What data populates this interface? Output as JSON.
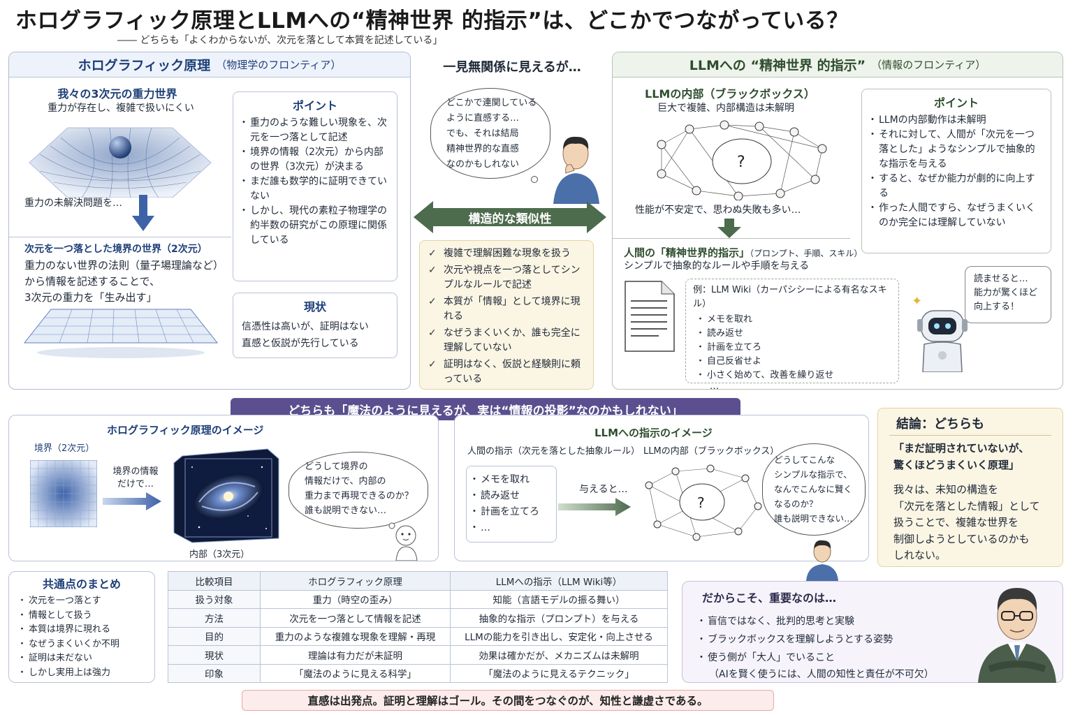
{
  "title": "ホログラフィック原理とLLMへの“精神世界 的指示”は、どこかでつながっている？",
  "subtitle": "―― どちらも「よくわからないが、次元を落として本質を記述している」",
  "left_panel": {
    "header": "ホログラフィック原理",
    "header_sub": "（物理学のフロンティア）",
    "gravity_title": "我々の3次元の重力世界",
    "gravity_desc": "重力が存在し、複雑で扱いにくい",
    "unsolved": "重力の未解決問題を…",
    "boundary_title": "次元を一つ落とした境界の世界（2次元）",
    "boundary_desc": [
      "重力のない世界の法則（量子場理論など）",
      "から情報を記述することで、",
      "3次元の重力を「生み出す」"
    ],
    "points_title": "ポイント",
    "points": [
      "重力のような難しい現象を、次元を一つ落として記述",
      "境界の情報（2次元）から内部の世界（3次元）が決まる",
      "まだ誰も数学的に証明できていない",
      "しかし、現代の素粒子物理学の約半数の研究がこの原理に関係している"
    ],
    "status_title": "現状",
    "status_text": [
      "信憑性は高いが、証明はない",
      "直感と仮説が先行している"
    ]
  },
  "middle": {
    "heading": "一見無関係に見えるが…",
    "thought": [
      "どこかで連関している",
      "ように直感する…",
      "でも、それは結局",
      "精神世界的な直感",
      "なのかもしれない"
    ],
    "similarity": "構造的な類似性",
    "checks": [
      "複雑で理解困難な現象を扱う",
      "次元や視点を一つ落としてシンプルなルールで記述",
      "本質が「情報」として境界に現れる",
      "なぜうまくいくか、誰も完全に理解していない",
      "証明はなく、仮説と経験則に頼っている"
    ]
  },
  "right_panel": {
    "header": "LLMへの “精神世界 的指示”",
    "header_sub": "（情報のフロンティア）",
    "llm_title": "LLMの内部（ブラックボックス）",
    "llm_desc": "巨大で複雑、内部構造は未解明",
    "unstable": "性能が不安定で、思わぬ失敗も多い…",
    "human_title": "人間の「精神世界的指示」",
    "human_title_sub": "（プロンプト、手順、スキル）",
    "human_desc": "シンプルで抽象的なルールや手順を与える",
    "example_title": "例：LLM Wiki（カーパシシーによる有名なスキル）",
    "example_items": [
      "メモを取れ",
      "読み返せ",
      "計画を立てろ",
      "自己反省せよ",
      "小さく始めて、改善を繰り返せ"
    ],
    "example_more": "…",
    "robot_speech": [
      "読ませると…",
      "能力が驚くほど",
      "向上する！"
    ],
    "points_title": "ポイント",
    "points": [
      "LLMの内部動作は未解明",
      "それに対して、人間が「次元を一つ落とした」ようなシンプルで抽象的な指示を与える",
      "すると、なぜか能力が劇的に向上する",
      "作った人間ですら、なぜうまくいくのか完全には理解していない"
    ]
  },
  "banner": "どちらも「魔法のように見えるが、実は“情報の投影”なのかもしれない」",
  "holo_image": {
    "title": "ホログラフィック原理のイメージ",
    "boundary_label": "境界（2次元）",
    "arrow_label": [
      "境界の情報",
      "だけで…"
    ],
    "inside_label": "内部（3次元）",
    "thought": [
      "どうして境界の",
      "情報だけで、内部の",
      "重力まで再現できるのか？",
      "誰も説明できない…"
    ]
  },
  "llm_image": {
    "title": "LLMへの指示のイメージ",
    "human_label": "人間の指示（次元を落とした抽象ルール）",
    "llm_label": "LLMの内部（ブラックボックス）",
    "items": [
      "メモを取れ",
      "読み返せ",
      "計画を立てろ",
      "…"
    ],
    "give": "与えると…",
    "thought": [
      "どうしてこんな",
      "シンプルな指示で、",
      "なんでこんなに賢く",
      "なるのか？",
      "誰も説明できない…"
    ]
  },
  "conclusion": {
    "title": "結論：どちらも",
    "quote": [
      "「まだ証明されていないが、",
      "驚くほどうまくいく原理」"
    ],
    "body": [
      "我々は、未知の構造を",
      "「次元を落とした情報」として",
      "扱うことで、複雑な世界を",
      "制御しようとしているのかも",
      "しれない。"
    ]
  },
  "summary": {
    "title": "共通点のまとめ",
    "items": [
      "次元を一つ落とす",
      "情報として扱う",
      "本質は境界に現れる",
      "なぜうまくいくか不明",
      "証明は未だない",
      "しかし実用上は強力"
    ]
  },
  "table": {
    "headers": [
      "比較項目",
      "ホログラフィック原理",
      "LLMへの指示（LLM Wiki等）"
    ],
    "rows": [
      [
        "扱う対象",
        "重力（時空の歪み）",
        "知能（言語モデルの振る舞い）"
      ],
      [
        "方法",
        "次元を一つ落として情報を記述",
        "抽象的な指示（プロンプト）を与える"
      ],
      [
        "目的",
        "重力のような複雑な現象を理解・再現",
        "LLMの能力を引き出し、安定化・向上させる"
      ],
      [
        "現状",
        "理論は有力だが未証明",
        "効果は確かだが、メカニズムは未解明"
      ],
      [
        "印象",
        "「魔法のように見える科学」",
        "「魔法のように見えるテクニック」"
      ]
    ]
  },
  "important": {
    "title": "だからこそ、重要なのは…",
    "items": [
      "盲信ではなく、批判的思考と実験",
      "ブラックボックスを理解しようとする姿勢",
      "使う側が「大人」でいること"
    ],
    "note": "（AIを賢く使うには、人間の知性と責任が不可欠）"
  },
  "footer": "直感は出発点。証明と理解はゴール。その間をつなぐのが、知性と謙虚さである。",
  "colors": {
    "navy": "#1d3f78",
    "green": "#4d6b4d",
    "purple": "#5b4f8f",
    "cream": "#fbf5e4"
  }
}
